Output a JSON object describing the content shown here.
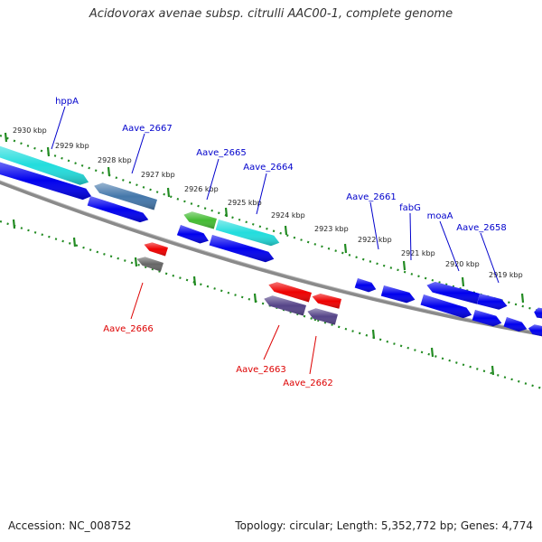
{
  "header": {
    "title": "Acidovorax avenae subsp. citrulli AAC00-1, complete genome"
  },
  "footer": {
    "accession": "Accession: NC_008752",
    "topology": "Topology: circular; Length: 5,352,772 bp; Genes: 4,774"
  },
  "colors": {
    "forward_label": "#0000cc",
    "reverse_label": "#dd0000",
    "backbone": "#888888",
    "tick_marks": "#228b22",
    "cds": "#0000ee",
    "highlight_cyan": "#22dddd",
    "highlight_green": "#44bb33",
    "steel": "#4477aa",
    "red_gene": "#ee0000",
    "purple_gene": "#554488",
    "gray_gene": "#666666"
  },
  "position_ticks": [
    "2930 kbp",
    "2929 kbp",
    "2928 kbp",
    "2927 kbp",
    "2926 kbp",
    "2925 kbp",
    "2924 kbp",
    "2923 kbp",
    "2922 kbp",
    "2921 kbp",
    "2920 kbp",
    "2919 kbp"
  ],
  "forward_genes": [
    "hppA",
    "Aave_2667",
    "Aave_2665",
    "Aave_2664",
    "Aave_2661",
    "fabG",
    "moaA",
    "Aave_2658"
  ],
  "reverse_genes": [
    "Aave_2666",
    "Aave_2663",
    "Aave_2662"
  ]
}
